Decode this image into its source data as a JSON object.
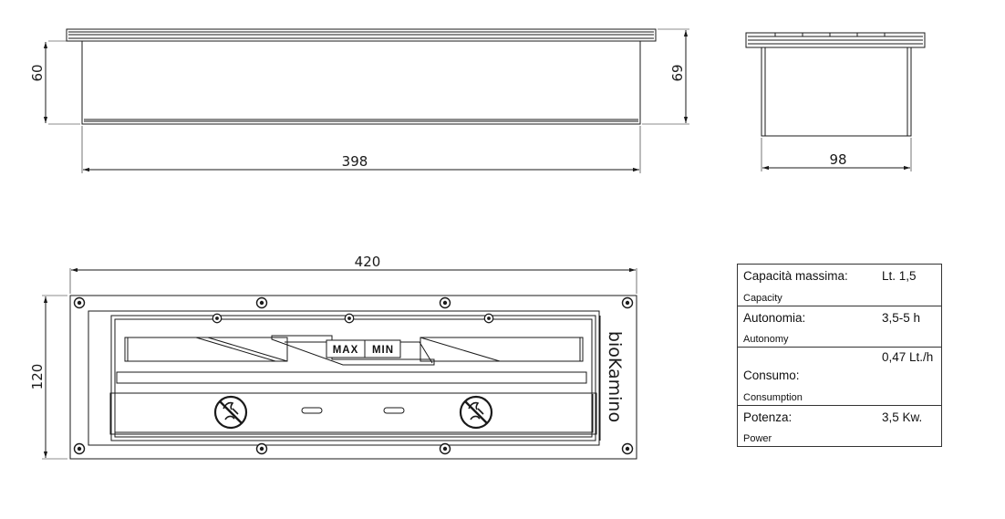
{
  "dimensions": {
    "front_height": "60",
    "front_total_height": "69",
    "front_width": "398",
    "side_depth": "98",
    "top_width": "420",
    "top_depth": "120"
  },
  "labels": {
    "brand": "bioKamino",
    "max": "MAX",
    "min": "MIN"
  },
  "specs": [
    {
      "label": "Capacità massima:",
      "value": "Lt. 1,5",
      "label_en": "Capacity"
    },
    {
      "label": "Autonomia:",
      "value": "3,5-5 h",
      "label_en": "Autonomy"
    },
    {
      "label": "Consumo:",
      "value": "0,47 Lt./h",
      "label_en": "Consumption"
    },
    {
      "label": "Potenza:",
      "value": "3,5 Kw.",
      "label_en": "Power"
    }
  ],
  "colors": {
    "line": "#1a1a1a",
    "background": "#ffffff"
  },
  "icons": [
    "no-refill-while-lit-icon",
    "screw-icon"
  ]
}
